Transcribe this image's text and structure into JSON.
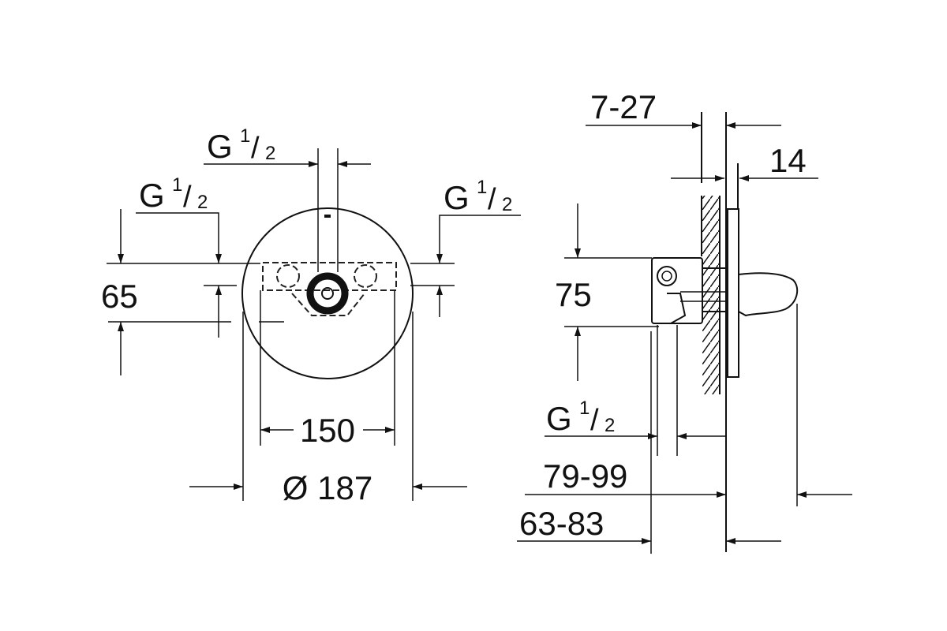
{
  "front_view": {
    "top_thread": {
      "main": "G",
      "num": "1",
      "slash": "/",
      "den": "2"
    },
    "left_thread": {
      "main": "G",
      "num": "1",
      "slash": "/",
      "den": "2"
    },
    "right_thread": {
      "main": "G",
      "num": "1",
      "slash": "/",
      "den": "2"
    },
    "height_dim": "65",
    "width_dim": "150",
    "diameter_dim": "Ø 187"
  },
  "side_view": {
    "wall_range_dim": "7-27",
    "plate_dim": "14",
    "height_dim": "75",
    "thread": {
      "main": "G",
      "num": "1",
      "slash": "/",
      "den": "2"
    },
    "depth_dim_1": "79-99",
    "depth_dim_2": "63-83"
  }
}
